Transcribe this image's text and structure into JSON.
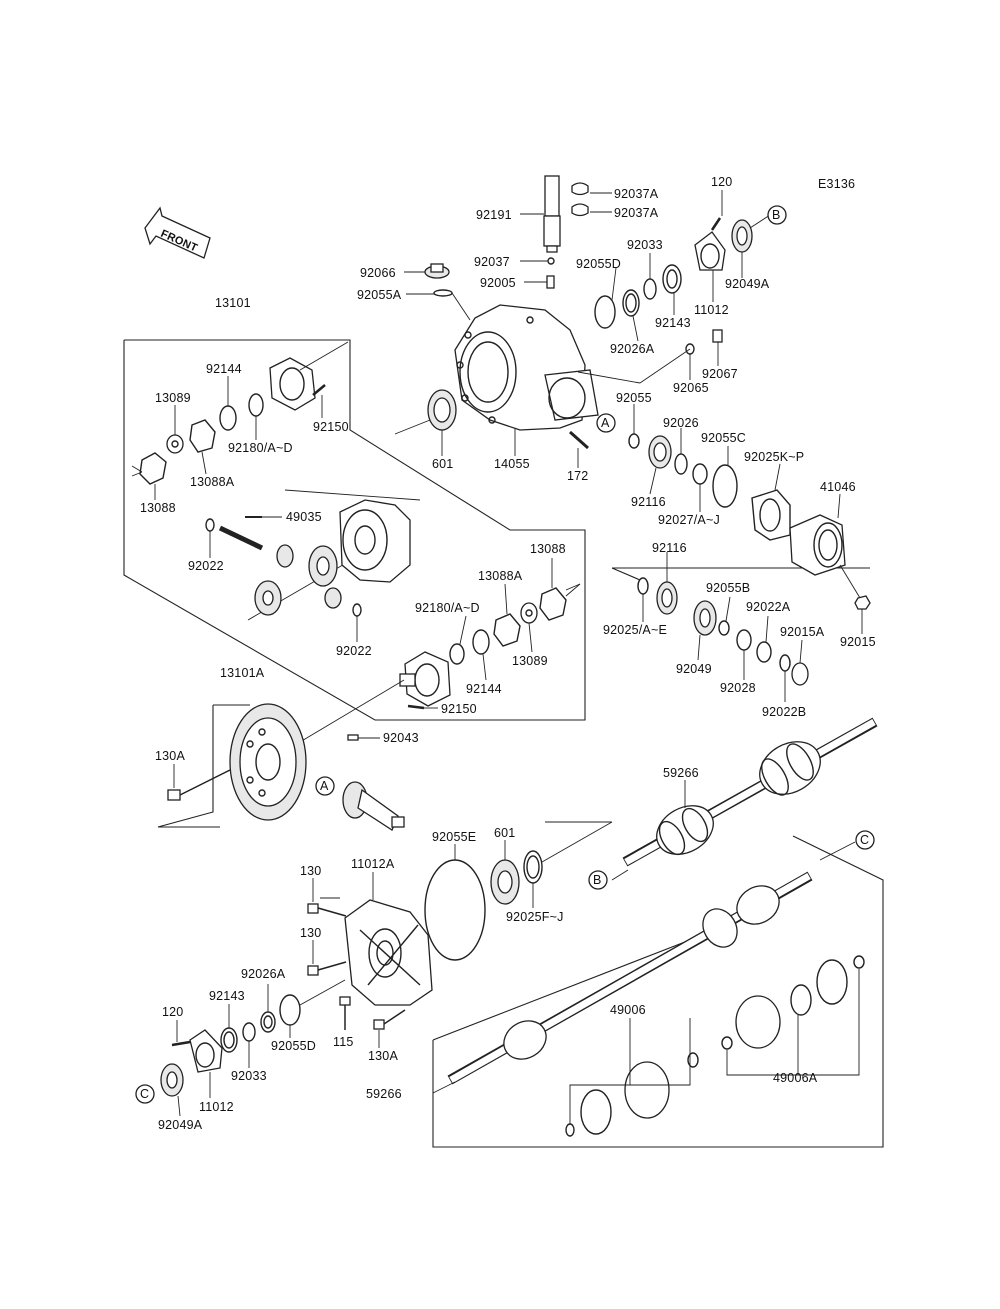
{
  "diagram_id": "E3136",
  "front_label": "FRONT",
  "markers": {
    "a": "A",
    "b": "B",
    "c": "C"
  },
  "labels": {
    "p92037A_1": "92037A",
    "p92037A_2": "92037A",
    "p92191": "92191",
    "p120_top": "120",
    "p92037": "92037",
    "p92033_top": "92033",
    "p92066": "92066",
    "p92005": "92005",
    "p92055D_top": "92055D",
    "p92055A": "92055A",
    "p92049A_top": "92049A",
    "p11012_top": "11012",
    "p92143_top": "92143",
    "p13101": "13101",
    "p92026A_top": "92026A",
    "p92144_top": "92144",
    "p92067": "92067",
    "p92065": "92065",
    "p13089_top": "13089",
    "p92150_top": "92150",
    "p92180_top": "92180/A~D",
    "p92055": "92055",
    "p92026": "92026",
    "p92055C": "92055C",
    "p601_top": "601",
    "p14055": "14055",
    "p172": "172",
    "p13088A_top": "13088A",
    "p92025KP": "92025K~P",
    "p13088_top": "13088",
    "p41046": "41046",
    "p92116_a": "92116",
    "p92027": "92027/A~J",
    "p49035": "49035",
    "p92022_a": "92022",
    "p13088_right": "13088",
    "p13088A_right": "13088A",
    "p92116_b": "92116",
    "p92180_right": "92180/A~D",
    "p92055B": "92055B",
    "p92025AE": "92025/A~E",
    "p92022A": "92022A",
    "p92015A": "92015A",
    "p92015": "92015",
    "p92022_b": "92022",
    "p13089_right": "13089",
    "p92144_right": "92144",
    "p92049": "92049",
    "p92028": "92028",
    "p13101A": "13101A",
    "p92150_right": "92150",
    "p92022B": "92022B",
    "p92043": "92043",
    "p130A_left": "130A",
    "p59266_top": "59266",
    "p92055E": "92055E",
    "p601_bottom": "601",
    "p11012A": "11012A",
    "p92025FJ": "92025F~J",
    "p130_a": "130",
    "p130_b": "130",
    "p92026A_bottom": "92026A",
    "p92143_bottom": "92143",
    "p120_bottom": "120",
    "p115": "115",
    "p92055D_bottom": "92055D",
    "p49006": "49006",
    "p92033_bottom": "92033",
    "p11012_bottom": "11012",
    "p130A_bottom": "130A",
    "p49006A": "49006A",
    "p59266_bottom": "59266",
    "p92049A_bottom": "92049A"
  }
}
